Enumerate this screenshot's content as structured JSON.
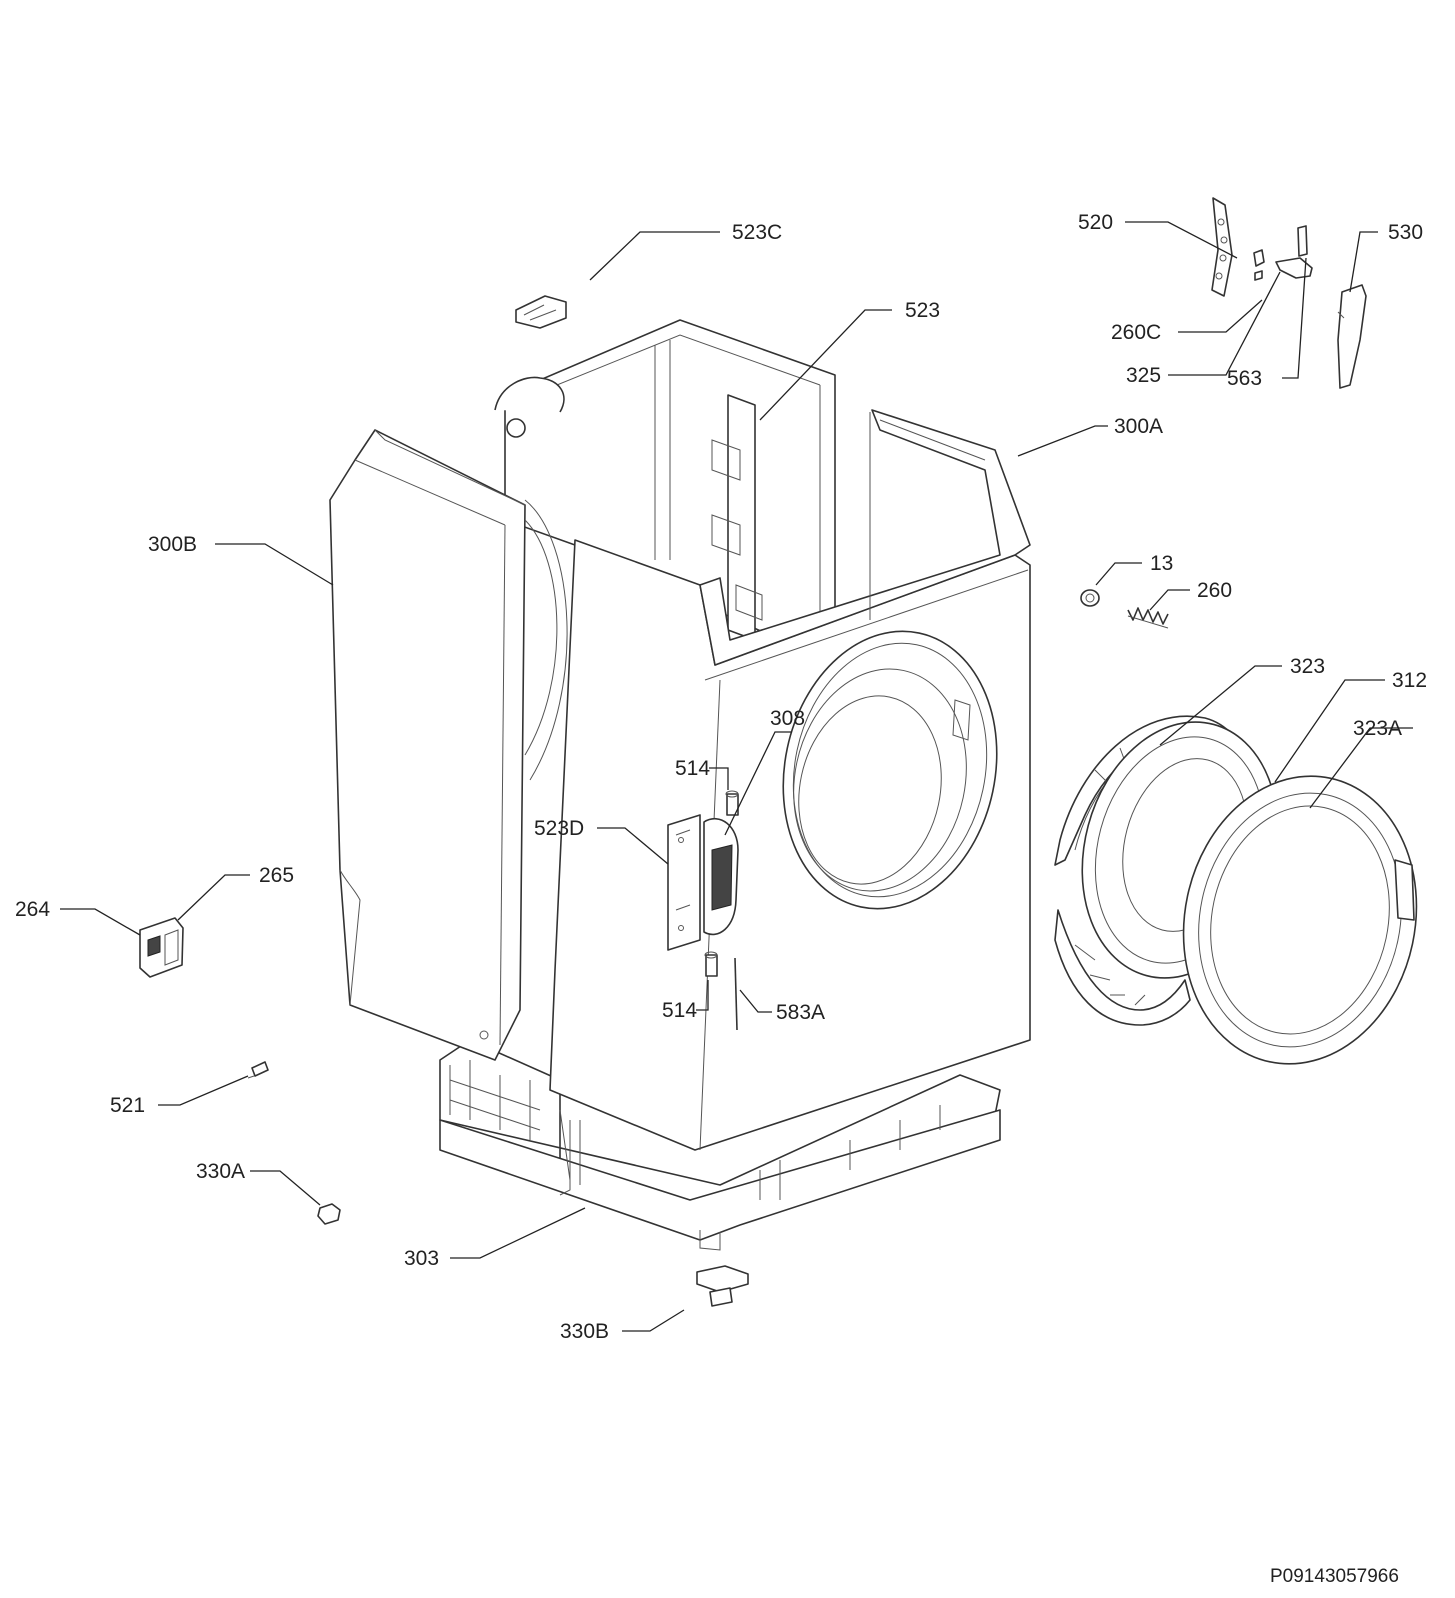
{
  "document_id": "P09143057966",
  "callouts": [
    {
      "key": "c523C",
      "text": "523C"
    },
    {
      "key": "c523",
      "text": "523"
    },
    {
      "key": "c520",
      "text": "520"
    },
    {
      "key": "c530",
      "text": "530"
    },
    {
      "key": "c260C",
      "text": "260C"
    },
    {
      "key": "c325",
      "text": "325"
    },
    {
      "key": "c563",
      "text": "563"
    },
    {
      "key": "c300A",
      "text": "300A"
    },
    {
      "key": "c300B",
      "text": "300B"
    },
    {
      "key": "c13",
      "text": "13"
    },
    {
      "key": "c260",
      "text": "260"
    },
    {
      "key": "c323",
      "text": "323"
    },
    {
      "key": "c312",
      "text": "312"
    },
    {
      "key": "c323A",
      "text": "323A"
    },
    {
      "key": "c308",
      "text": "308"
    },
    {
      "key": "c514a",
      "text": "514"
    },
    {
      "key": "c523D",
      "text": "523D"
    },
    {
      "key": "c514b",
      "text": "514"
    },
    {
      "key": "c583A",
      "text": "583A"
    },
    {
      "key": "c265",
      "text": "265"
    },
    {
      "key": "c264",
      "text": "264"
    },
    {
      "key": "c521",
      "text": "521"
    },
    {
      "key": "c330A",
      "text": "330A"
    },
    {
      "key": "c303",
      "text": "303"
    },
    {
      "key": "c330B",
      "text": "330B"
    }
  ],
  "colors": {
    "ink": "#222222",
    "background": "#ffffff"
  }
}
